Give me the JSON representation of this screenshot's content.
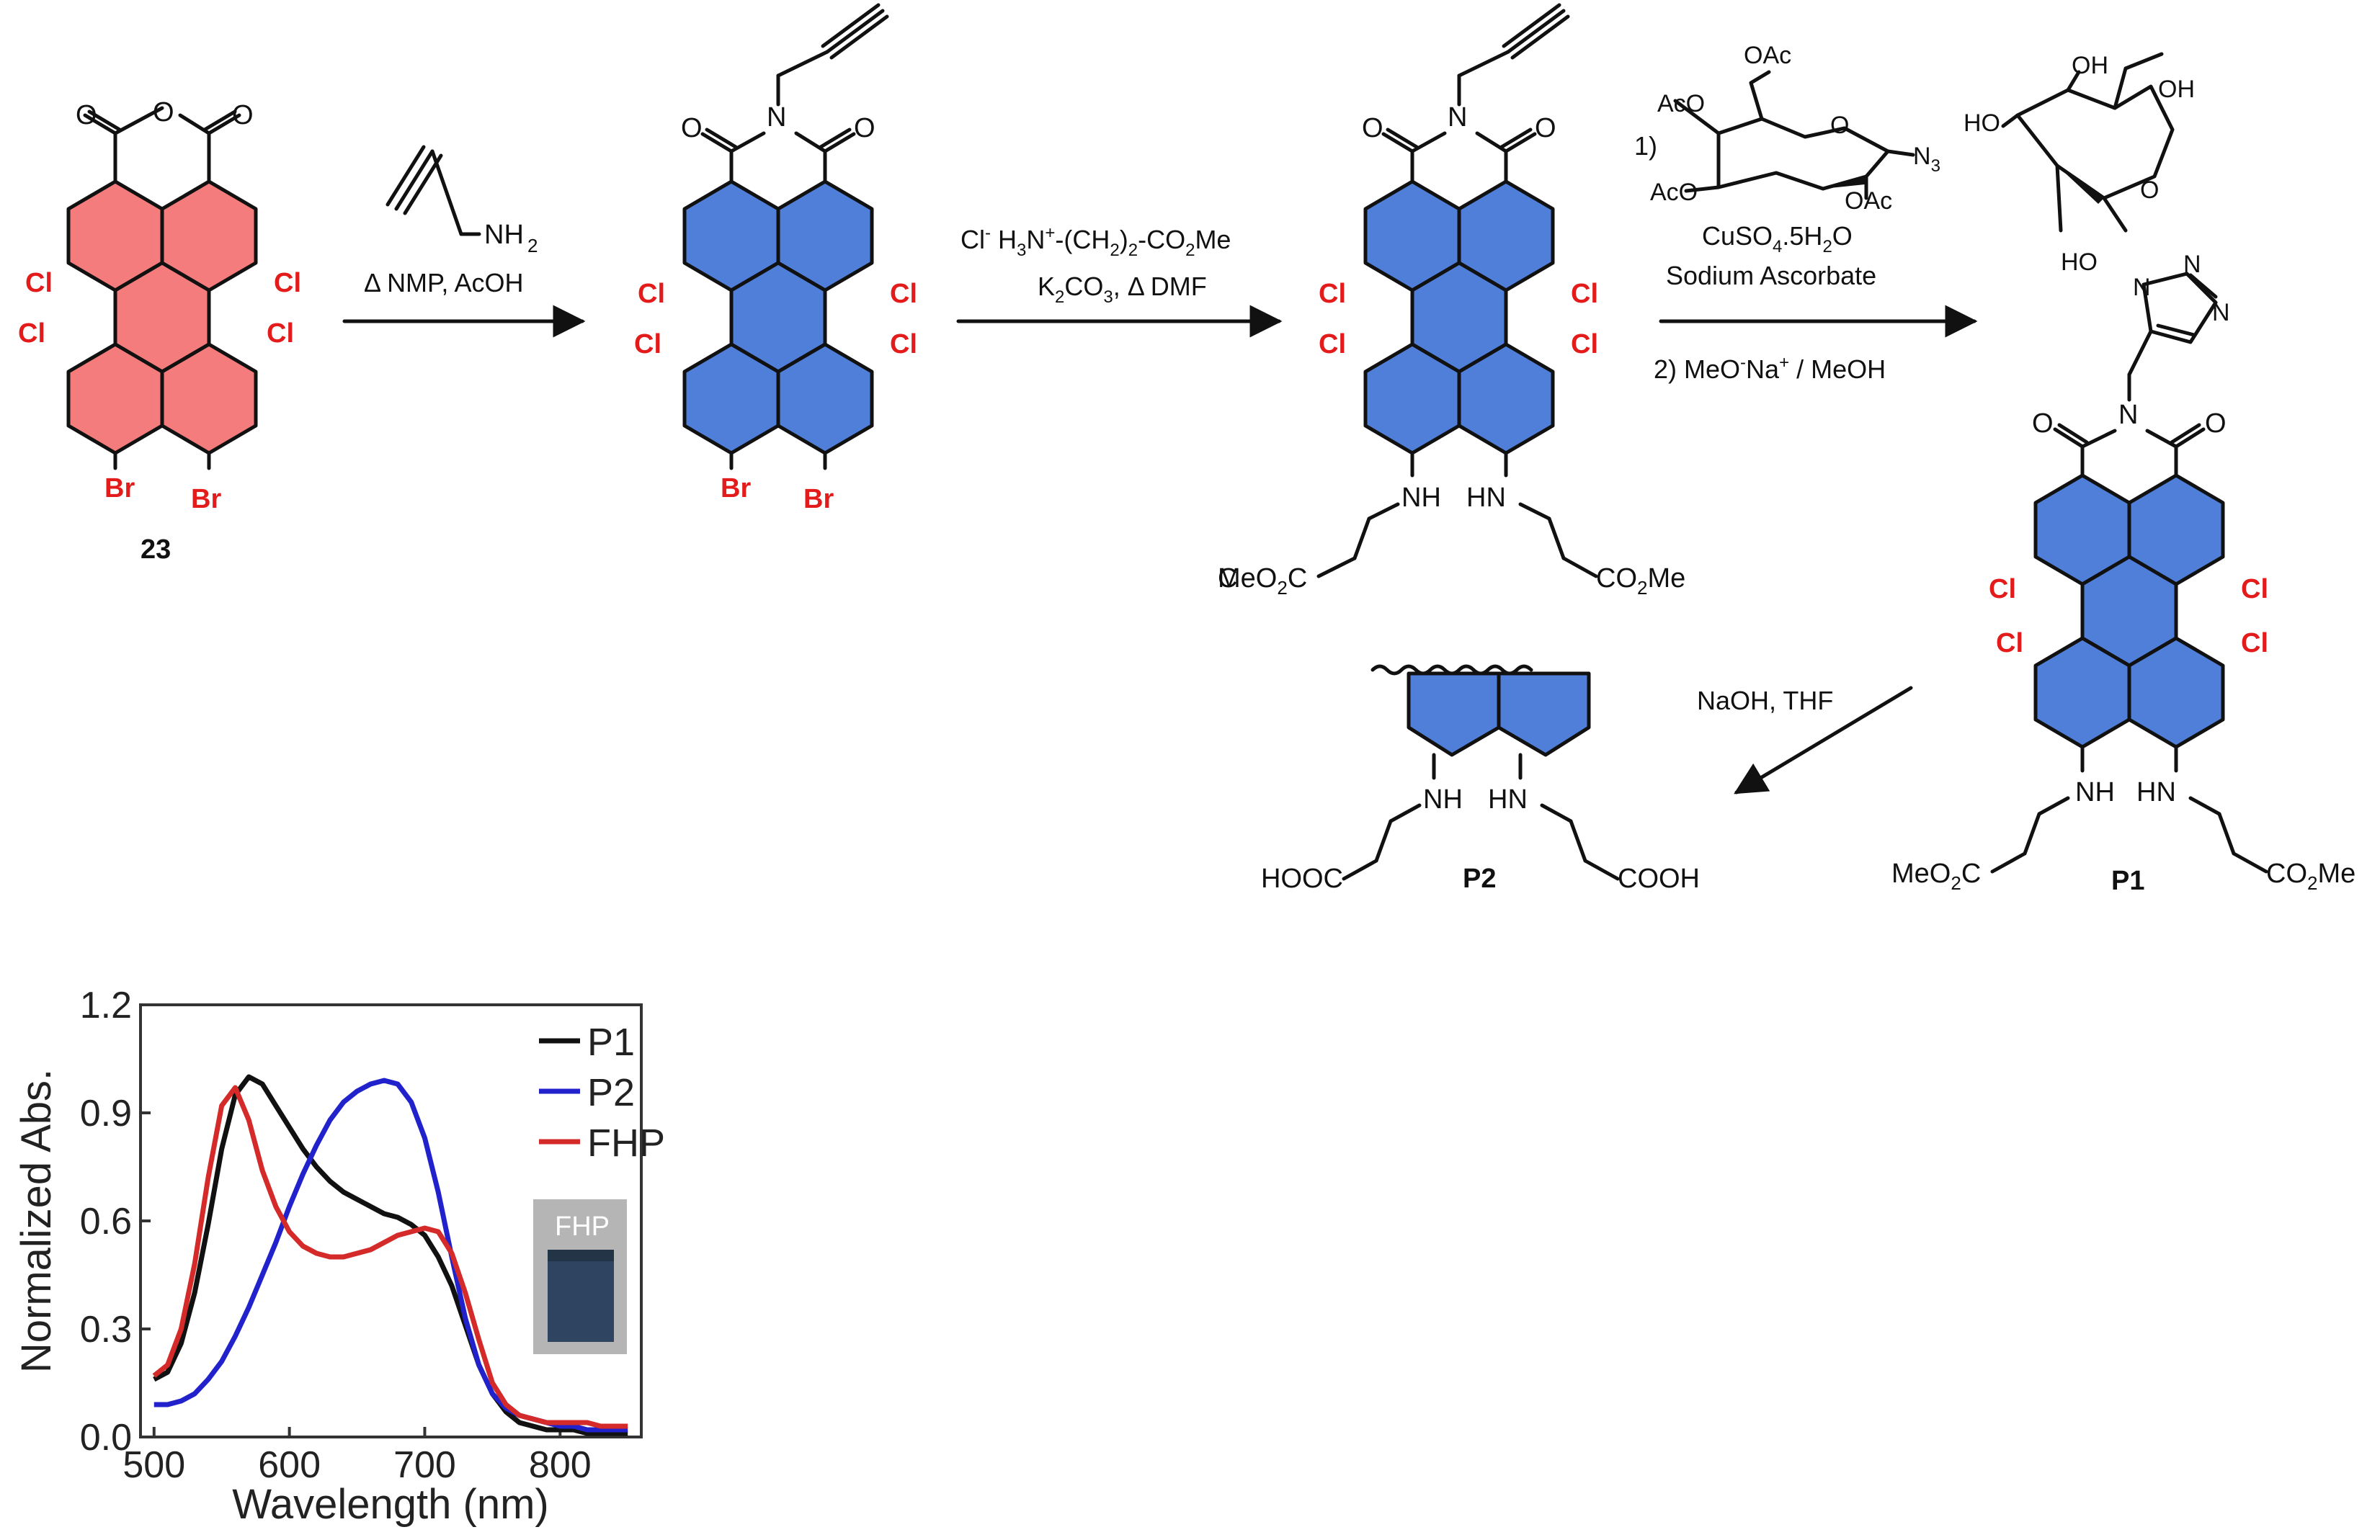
{
  "compounds": {
    "c23": {
      "label": "23"
    },
    "p1": {
      "label": "P1"
    },
    "p2": {
      "label": "P2"
    }
  },
  "atoms": {
    "cl": "Cl",
    "br": "Br",
    "o": "O",
    "n": "N",
    "nh": "NH",
    "hn": "HN",
    "nh2": "NH",
    "nh2_sub": "2",
    "meo2c": "MeO",
    "meo2c_sub": "2",
    "meo2c_c": "C",
    "co2me_c": "CO",
    "co2me_sub": "2",
    "co2me_me": "Me",
    "hooc": "HOOC",
    "cooh": "COOH",
    "oh": "OH",
    "ho": "HO",
    "oac": "OAc",
    "aco": "AcO",
    "n3": "N",
    "n3_sub": "3",
    "nn": "N"
  },
  "reactions": {
    "step1": {
      "line1": "Δ NMP,  AcOH"
    },
    "step2": {
      "line1a": "Cl",
      "line1b": "-",
      "line1c": " H",
      "line1d": "3",
      "line1e": "N",
      "line1f": "+",
      "line1g": "-(CH",
      "line1h": "2",
      "line1i": ")",
      "line1j": "2",
      "line1k": "-CO",
      "line1l": "2",
      "line1m": "Me",
      "line2a": "K",
      "line2b": "2",
      "line2c": "CO",
      "line2d": "3",
      "line2e": ", Δ DMF"
    },
    "step3": {
      "num1": "1)",
      "cat_a": "CuSO",
      "cat_b": "4",
      "cat_c": ".5H",
      "cat_d": "2",
      "cat_e": "O",
      "reductant": "Sodium Ascorbate",
      "step2a": "2) MeO",
      "step2b": "-",
      "step2c": "Na",
      "step2d": "+",
      "step2e": " / MeOH"
    },
    "step4": {
      "line1": "NaOH, THF"
    }
  },
  "inset": {
    "label": "FHP"
  },
  "colors": {
    "start_core": "#f57c7c",
    "product_core": "#4f7fd9",
    "halogen": "#e41b1b",
    "p1_line": "#111111",
    "p2_line": "#2222cc",
    "fhp_line": "#d42a2a"
  },
  "chart_data": {
    "type": "line",
    "xlabel": "Wavelength (nm)",
    "ylabel": "Normalized Abs.",
    "xlim": [
      490,
      860
    ],
    "ylim": [
      0,
      1.2
    ],
    "xticks": [
      500,
      600,
      700,
      800
    ],
    "yticks": [
      0.0,
      0.3,
      0.6,
      0.9,
      1.2
    ],
    "xtick_labels": [
      "500",
      "600",
      "700",
      "800"
    ],
    "ytick_labels": [
      "0.0",
      "0.3",
      "0.6",
      "0.9",
      "1.2"
    ],
    "legend_position": "top-right",
    "grid": false,
    "series": [
      {
        "name": "P1",
        "color": "#111111",
        "x": [
          500,
          510,
          520,
          530,
          540,
          550,
          560,
          570,
          580,
          590,
          600,
          610,
          620,
          630,
          640,
          650,
          660,
          670,
          680,
          690,
          700,
          710,
          720,
          730,
          740,
          750,
          760,
          770,
          780,
          790,
          800,
          810,
          820,
          830,
          840,
          850
        ],
        "y": [
          0.16,
          0.18,
          0.26,
          0.4,
          0.59,
          0.8,
          0.95,
          1.0,
          0.98,
          0.92,
          0.86,
          0.8,
          0.75,
          0.71,
          0.68,
          0.66,
          0.64,
          0.62,
          0.61,
          0.59,
          0.56,
          0.5,
          0.42,
          0.31,
          0.2,
          0.12,
          0.07,
          0.04,
          0.03,
          0.02,
          0.02,
          0.02,
          0.01,
          0.01,
          0.01,
          0.01
        ]
      },
      {
        "name": "P2",
        "color": "#2222cc",
        "x": [
          500,
          510,
          520,
          530,
          540,
          550,
          560,
          570,
          580,
          590,
          600,
          610,
          620,
          630,
          640,
          650,
          660,
          670,
          680,
          690,
          700,
          710,
          720,
          730,
          740,
          750,
          760,
          770,
          780,
          790,
          800,
          810,
          820,
          830,
          840,
          850
        ],
        "y": [
          0.09,
          0.09,
          0.1,
          0.12,
          0.16,
          0.21,
          0.28,
          0.36,
          0.45,
          0.54,
          0.64,
          0.73,
          0.81,
          0.88,
          0.93,
          0.96,
          0.98,
          0.99,
          0.98,
          0.93,
          0.83,
          0.68,
          0.5,
          0.33,
          0.2,
          0.12,
          0.08,
          0.06,
          0.05,
          0.04,
          0.03,
          0.03,
          0.02,
          0.02,
          0.02,
          0.02
        ]
      },
      {
        "name": "FHP",
        "color": "#d42a2a",
        "x": [
          500,
          510,
          520,
          530,
          540,
          550,
          560,
          570,
          580,
          590,
          600,
          610,
          620,
          630,
          640,
          650,
          660,
          670,
          680,
          690,
          700,
          710,
          720,
          730,
          740,
          750,
          760,
          770,
          780,
          790,
          800,
          810,
          820,
          830,
          840,
          850
        ],
        "y": [
          0.17,
          0.2,
          0.3,
          0.48,
          0.72,
          0.92,
          0.97,
          0.88,
          0.74,
          0.64,
          0.57,
          0.53,
          0.51,
          0.5,
          0.5,
          0.51,
          0.52,
          0.54,
          0.56,
          0.57,
          0.58,
          0.57,
          0.51,
          0.4,
          0.27,
          0.15,
          0.09,
          0.06,
          0.05,
          0.04,
          0.04,
          0.04,
          0.04,
          0.03,
          0.03,
          0.03
        ]
      }
    ]
  }
}
